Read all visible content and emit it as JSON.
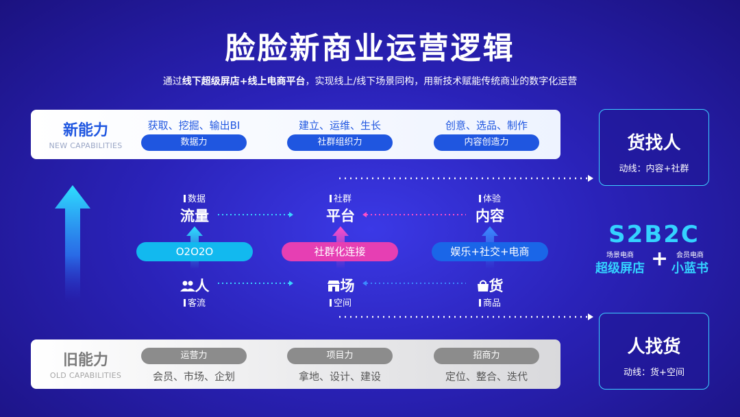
{
  "title": "脸脸新商业运营逻辑",
  "subtitle": {
    "prefix": "通过",
    "bold": "线下超级屏店+线上电商平台",
    "suffix": "，实现线上/线下场景同构，用新技术赋能传统商业的数字化运营"
  },
  "new_band": {
    "title": "新能力",
    "subtitle": "NEW CAPABILITIES",
    "items": [
      {
        "text": "获取、挖掘、输出BI",
        "pill": "数据力"
      },
      {
        "text": "建立、运维、生长",
        "pill": "社群组织力"
      },
      {
        "text": "创意、选品、制作",
        "pill": "内容创造力"
      }
    ]
  },
  "old_band": {
    "title": "旧能力",
    "subtitle": "OLD CAPABILITIES",
    "items": [
      {
        "pill": "运营力",
        "text": "会员、市场、企划"
      },
      {
        "pill": "项目力",
        "text": "拿地、设计、建设"
      },
      {
        "pill": "招商力",
        "text": "定位、整合、迭代"
      }
    ]
  },
  "right": {
    "top": {
      "big": "货找人",
      "small": "动线：内容+社群"
    },
    "bottom": {
      "big": "人找货",
      "small": "动线：货+空间"
    },
    "s2b2c": "S2B2C",
    "left_mini": "场景电商",
    "left_big": "超级屏店",
    "plus": "+",
    "right_mini": "会员电商",
    "right_big": "小蓝书"
  },
  "columns": [
    {
      "top_small": "数据",
      "top_big": "流量",
      "pill": "O2O2O",
      "bottom_big": "人",
      "bottom_small": "客流",
      "icon": "people-icon"
    },
    {
      "top_small": "社群",
      "top_big": "平台",
      "pill": "社群化连接",
      "bottom_big": "场",
      "bottom_small": "空间",
      "icon": "store-icon"
    },
    {
      "top_small": "体验",
      "top_big": "内容",
      "pill": "娱乐+社交+电商",
      "bottom_big": "货",
      "bottom_small": "商品",
      "icon": "bag-icon"
    }
  ],
  "colors": {
    "accent_blue": "#1f56e0",
    "cyan": "#34d2ff",
    "pink": "#e63fb3",
    "pill_cyan": "#12b9ef",
    "pill_blue": "#1a66e8",
    "gray": "#8c8c8c"
  }
}
